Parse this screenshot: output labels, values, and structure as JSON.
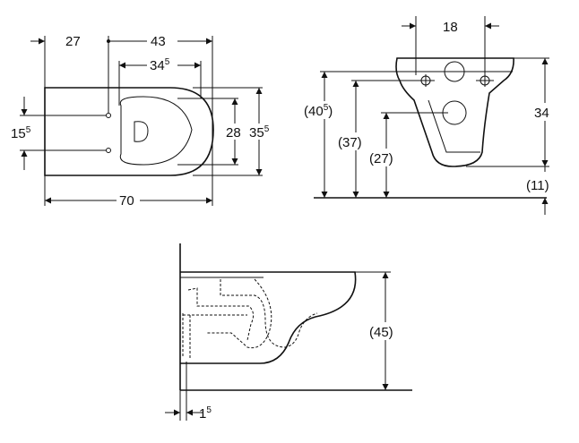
{
  "top_view": {
    "dim_27": "27",
    "dim_43": "43",
    "dim_34": "34",
    "dim_34_sup": "5",
    "dim_15": "15",
    "dim_15_sup": "5",
    "dim_28": "28",
    "dim_35": "35",
    "dim_35_sup": "5",
    "dim_70": "70"
  },
  "front_view": {
    "dim_18": "18",
    "dim_34": "34",
    "dim_40_open": "(40",
    "dim_40_sup": "5",
    "dim_40_close": ")",
    "dim_37": "(37)",
    "dim_27": "(27)",
    "dim_11": "(11)"
  },
  "side_view": {
    "dim_45": "(45)",
    "dim_1": "1",
    "dim_1_sup": "5"
  },
  "colors": {
    "line": "#111111",
    "background": "#ffffff"
  }
}
